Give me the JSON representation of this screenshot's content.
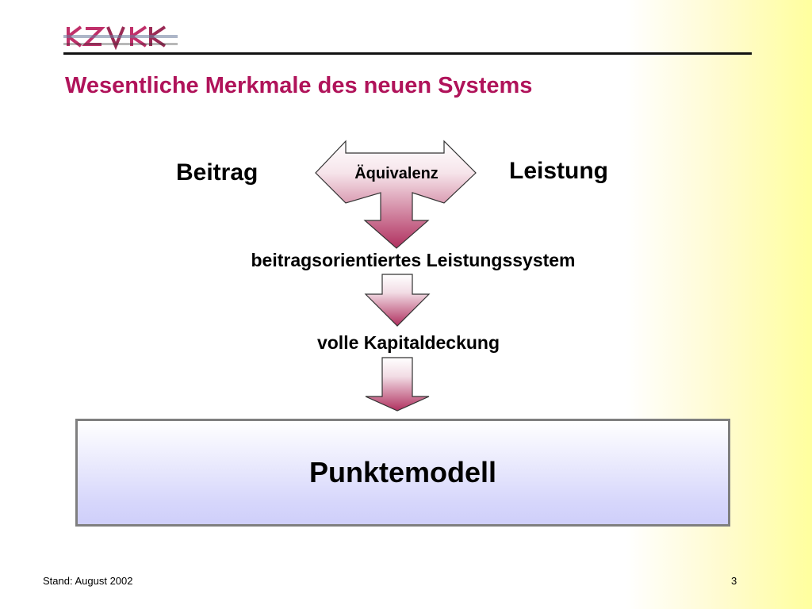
{
  "slide": {
    "title": "Wesentliche Merkmale des neuen Systems",
    "footer_left": "Stand: August 2002",
    "page_number": "3"
  },
  "diagram": {
    "left_label": "Beitrag",
    "right_label": "Leistung",
    "center_label": "Äquivalenz",
    "step1_label": "beitragsorientiertes Leistungssystem",
    "step2_label": "volle Kapitaldeckung",
    "result_label": "Punktemodell"
  },
  "colors": {
    "title": "#b0135a",
    "arrow_dark": "#b0305f",
    "arrow_light": "#ffffff",
    "box_fill": "#d6d6fb",
    "box_border": "#7f7f7f",
    "background_accent": "#ffff9e"
  }
}
